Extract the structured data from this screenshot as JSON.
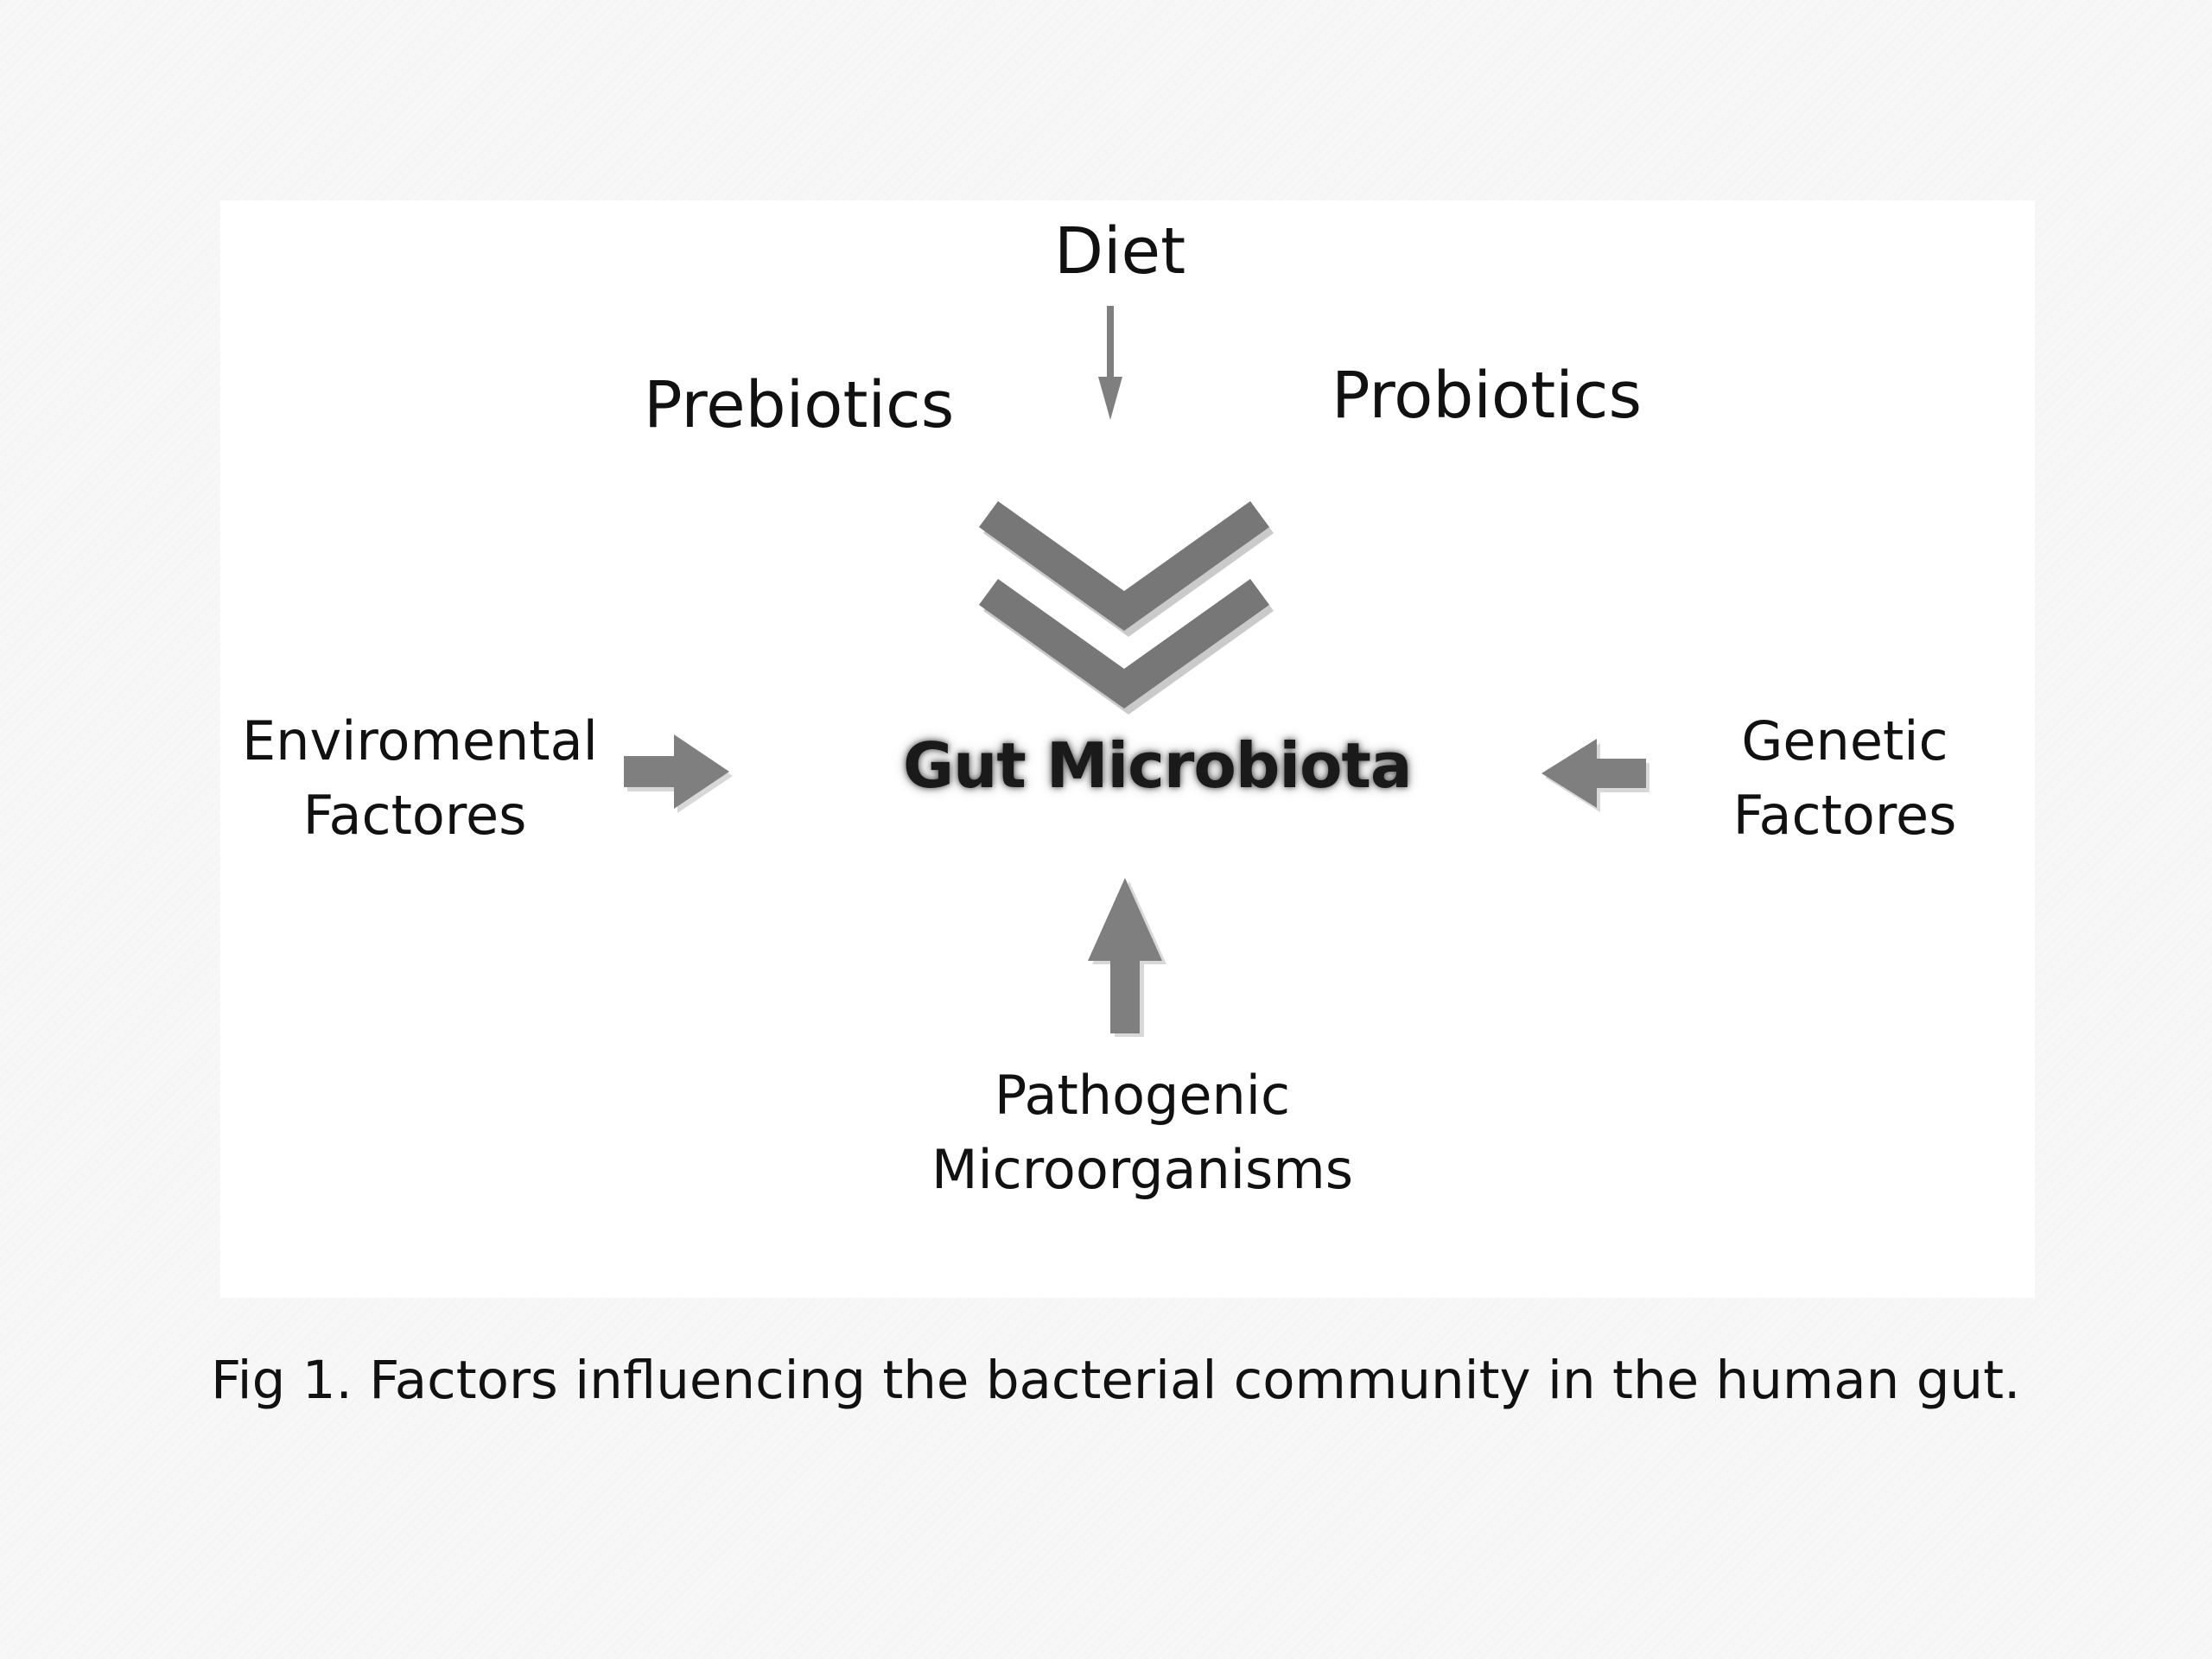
{
  "diagram": {
    "center": "Gut Microbiota",
    "top": "Diet",
    "top_left": "Prebiotics",
    "top_right": "Probiotics",
    "left": [
      "Enviromental",
      "Factores"
    ],
    "right": [
      "Genetic",
      "Factores"
    ],
    "bottom": [
      "Pathogenic",
      "Microorganisms"
    ],
    "caption": "Fig 1. Factors influencing the bacterial community in the human gut.",
    "arrow_color": "#7f7f7f",
    "chevron_color": "#777777"
  }
}
